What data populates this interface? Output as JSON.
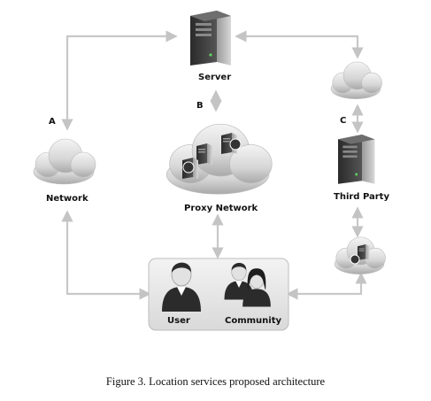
{
  "nodes": {
    "server": "Server",
    "network": "Network",
    "proxy_network": "Proxy Network",
    "third_party": "Third Party",
    "user": "User",
    "community": "Community"
  },
  "paths": {
    "a": "A",
    "b": "B",
    "c": "C"
  },
  "caption": "Figure 3. Location services proposed architecture"
}
